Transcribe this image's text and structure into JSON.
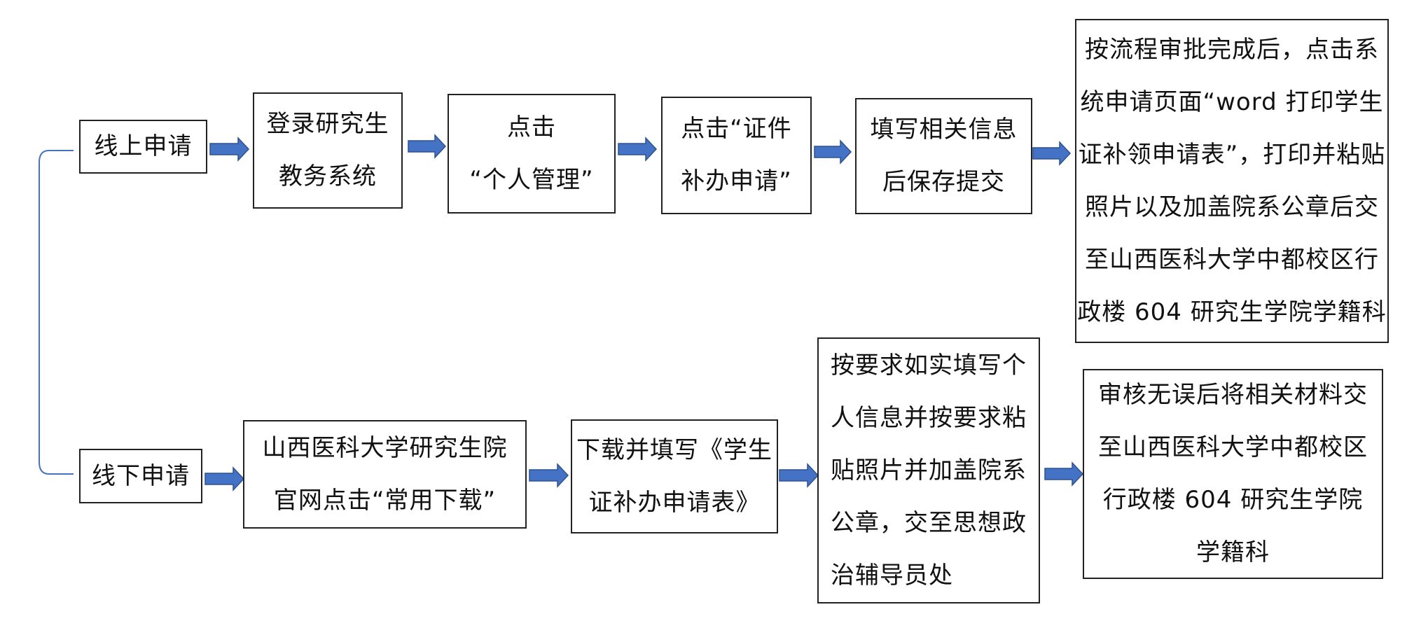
{
  "online": {
    "label": "线上申请",
    "steps": [
      "登录研究生\n教务系统",
      "点击\n“个人管理”",
      "点击“证件\n补办申请”",
      "填写相关信息\n后保存提交",
      "按流程审批完成后，点击系\n统申请页面“word 打印学生\n证补领申请表”，打印并粘贴\n照片以及加盖院系公章后交\n至山西医科大学中都校区行\n政楼 604 研究生学院学籍科"
    ]
  },
  "offline": {
    "label": "线下申请",
    "steps": [
      "山西医科大学研究生院\n官网点击“常用下载”",
      "下载并填写《学生\n证补办申请表》",
      "按要求如实填写个\n人信息并按要求粘\n贴照片并加盖院系\n公章，交至思想政\n治辅导员处",
      "审核无误后将相关材料交\n至山西医科大学中都校区\n行政楼 604 研究生学院\n学籍科"
    ]
  },
  "colors": {
    "arrow": "#4472c4",
    "arrow_stroke": "#2f528f",
    "bracket": "#4472c4",
    "border": "#222222"
  }
}
